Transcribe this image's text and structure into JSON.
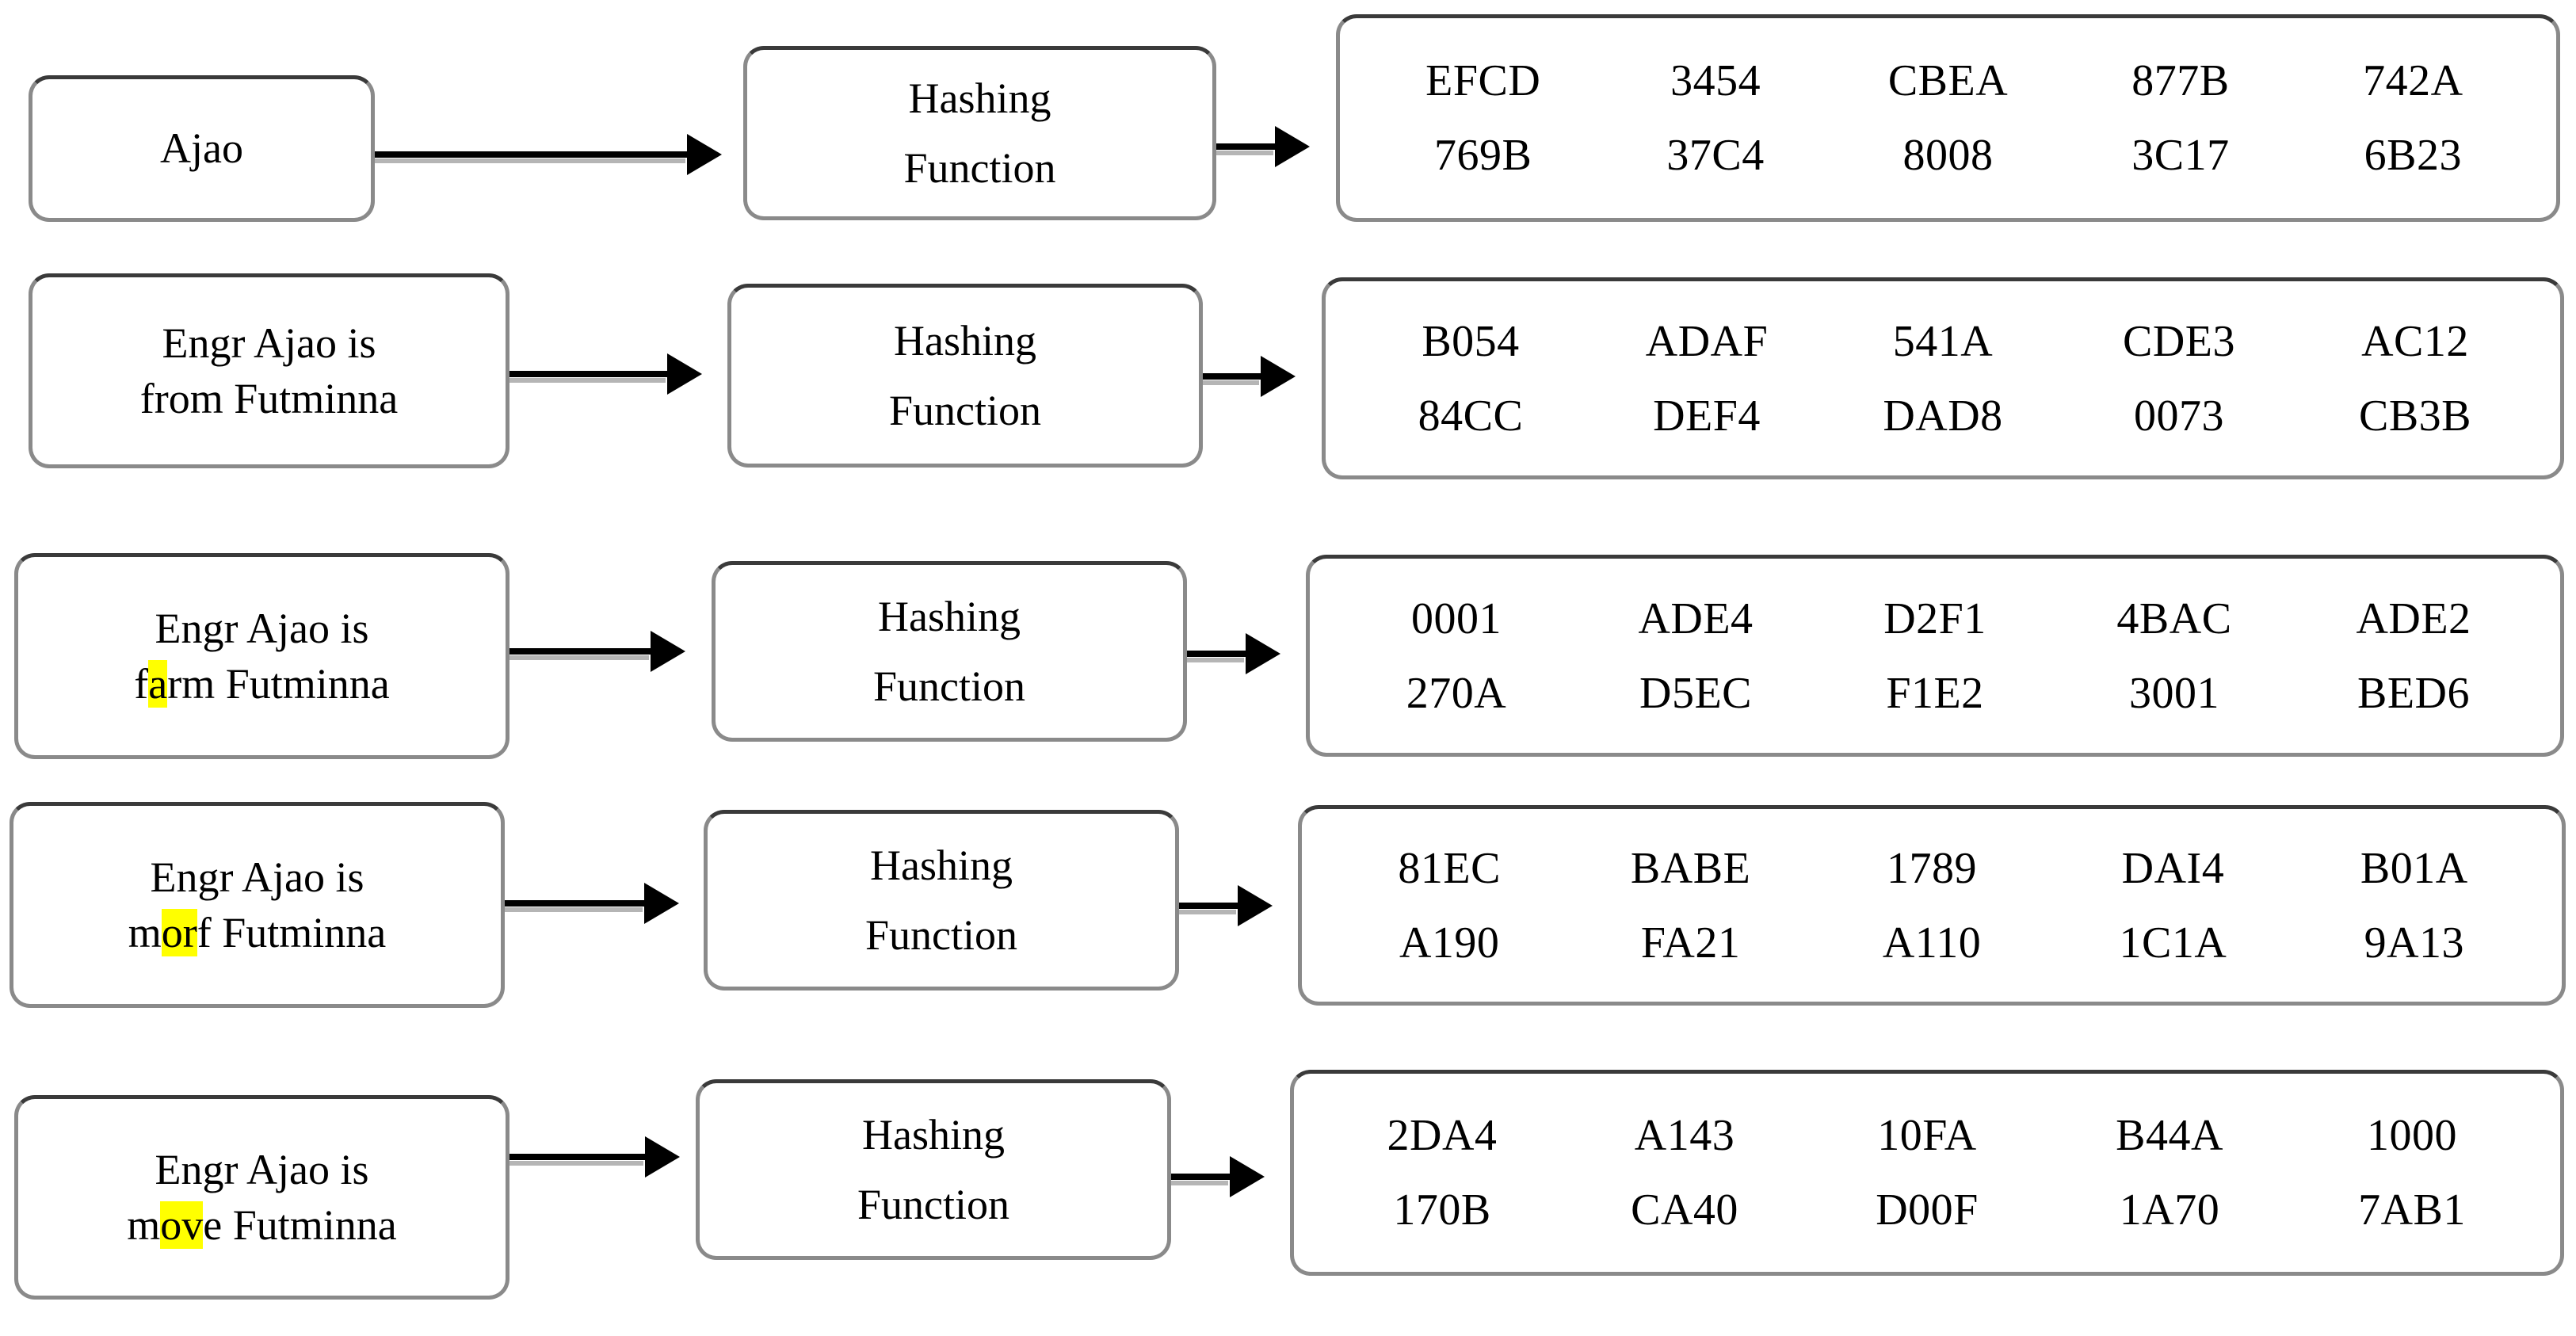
{
  "diagram": {
    "title": "Hashing function avalanche effect illustration",
    "type": "flow-diagram",
    "background_color": "#FFFFFF",
    "highlight_color": "#FFFF00",
    "box_border_color": "#8A8A8A",
    "text_color": "#000000",
    "hash_label": "Hashing\nFunction",
    "rows": [
      {
        "id": "row-1",
        "input": {
          "line1": "Ajao",
          "line2": "",
          "highlight_prefix": "",
          "highlight": "",
          "highlight_suffix": ""
        },
        "hash_label": "Hashing\nFunction",
        "digest": {
          "line1": [
            "EFCD",
            "3454",
            "CBEA",
            "877B",
            "742A"
          ],
          "line2": [
            "769B",
            "37C4",
            "8008",
            "3C17",
            "6B23"
          ]
        }
      },
      {
        "id": "row-2",
        "input": {
          "line1": "Engr Ajao is",
          "line2": "from Futminna",
          "highlight_prefix": "",
          "highlight": "",
          "highlight_suffix": ""
        },
        "hash_label": "Hashing\nFunction",
        "digest": {
          "line1": [
            "B054",
            "ADAF",
            "541A",
            "CDE3",
            "AC12"
          ],
          "line2": [
            "84CC",
            "DEF4",
            "DAD8",
            "0073",
            "CB3B"
          ]
        }
      },
      {
        "id": "row-3",
        "input": {
          "line1": "Engr Ajao is",
          "line2": "farm Futminna",
          "highlight_prefix": "f",
          "highlight": "a",
          "highlight_suffix": "rm Futminna"
        },
        "hash_label": "Hashing\nFunction",
        "digest": {
          "line1": [
            "0001",
            "ADE4",
            "D2F1",
            "4BAC",
            "ADE2"
          ],
          "line2": [
            "270A",
            "D5EC",
            "F1E2",
            "3001",
            "BED6"
          ]
        }
      },
      {
        "id": "row-4",
        "input": {
          "line1": "Engr Ajao is",
          "line2": "morf Futminna",
          "highlight_prefix": "m",
          "highlight": "or",
          "highlight_suffix": "f Futminna"
        },
        "hash_label": "Hashing\nFunction",
        "digest": {
          "line1": [
            "81EC",
            "BABE",
            "1789",
            "DAI4",
            "B01A"
          ],
          "line2": [
            "A190",
            "FA21",
            "A110",
            "1C1A",
            "9A13"
          ]
        }
      },
      {
        "id": "row-5",
        "input": {
          "line1": "Engr Ajao is",
          "line2": "move Futminna",
          "highlight_prefix": "m",
          "highlight": "ov",
          "highlight_suffix": "e Futminna"
        },
        "hash_label": "Hashing\nFunction",
        "digest": {
          "line1": [
            "2DA4",
            "A143",
            "10FA",
            "B44A",
            "1000"
          ],
          "line2": [
            "170B",
            "CA40",
            "D00F",
            "1A70",
            "7AB1"
          ]
        }
      }
    ]
  }
}
